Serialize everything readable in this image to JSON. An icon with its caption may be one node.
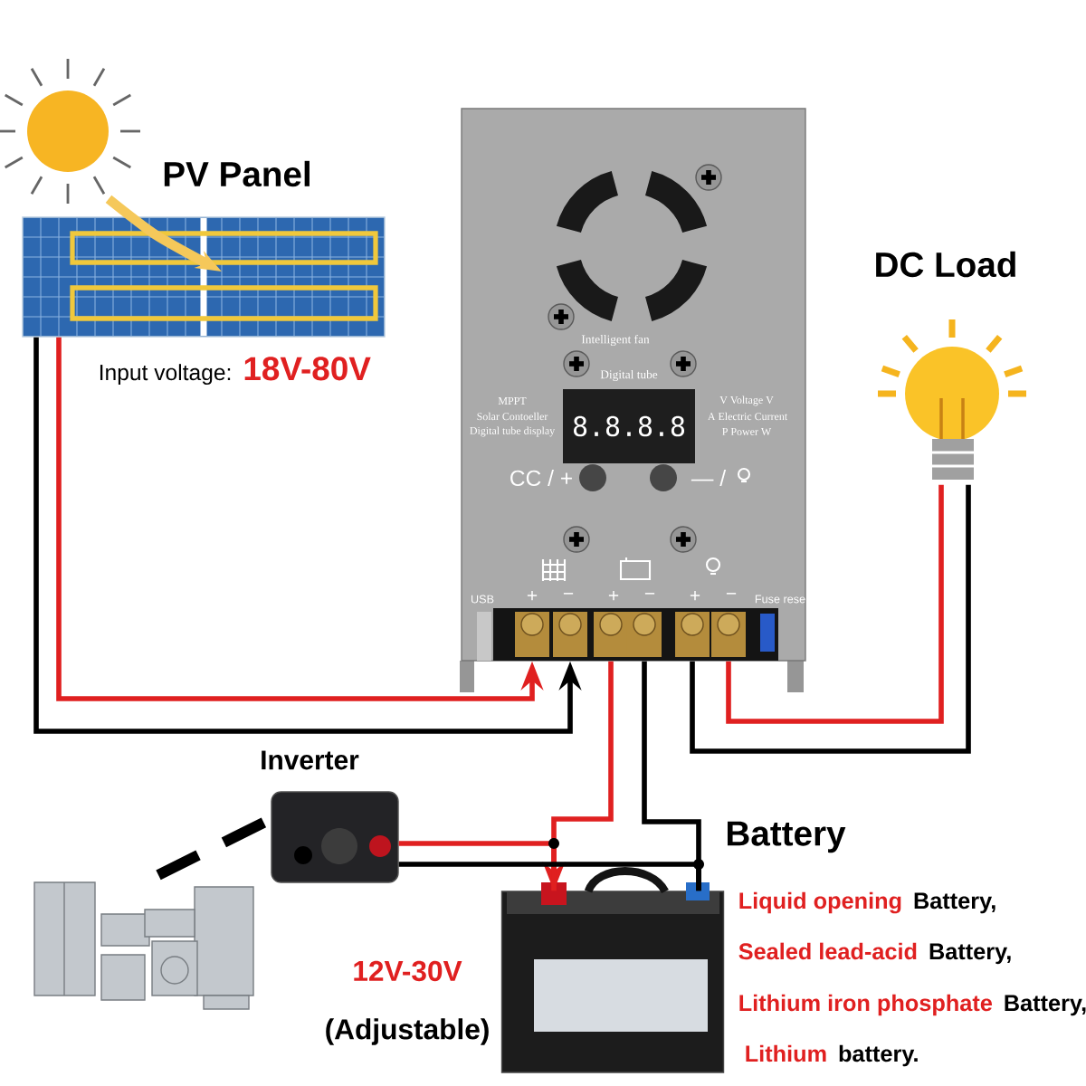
{
  "diagram": {
    "nodes": [
      {
        "text": [
          "PV Panel"
        ],
        "beside": [
          "Input voltage:",
          "18V-80V"
        ]
      },
      {
        "text": [
          "Intelligent fan",
          "Digital tube",
          "MPPT",
          "Solar Contoeller",
          "Digital tube display",
          "8.8.8.8",
          "V Voltage V",
          "A Electric Current",
          "P Power W",
          "CC / +",
          "— /",
          "USB",
          "+",
          "−",
          "+",
          "−",
          "+",
          "−",
          "Fuse rese"
        ]
      },
      {
        "text": [
          "DC Load"
        ]
      },
      {
        "text": [
          "Inverter"
        ]
      },
      {
        "text": [],
        "shape": "picture"
      },
      {
        "text": [
          "Battery"
        ],
        "beside": [
          "Liquid opening",
          "Battery,",
          "Sealed lead-acid",
          "Battery,",
          "Lithium iron phosphate",
          "Battery,",
          "Lithium",
          "battery."
        ]
      }
    ],
    "edges": [
      {
        "from": 0,
        "to": 1,
        "arrow": "to",
        "color": "#e02020"
      },
      {
        "from": 0,
        "to": 1,
        "arrow": "to"
      },
      {
        "from": 1,
        "to": 5,
        "arrow": "to",
        "color": "#e02020"
      },
      {
        "from": 1,
        "to": 5,
        "arrow": "none"
      },
      {
        "from": 1,
        "to": 2,
        "arrow": "none",
        "color": "#e02020"
      },
      {
        "from": 1,
        "to": 2,
        "arrow": "none"
      },
      {
        "from": 3,
        "to": 5,
        "arrow": "none",
        "color": "#e02020"
      },
      {
        "from": 3,
        "to": 5,
        "arrow": "none"
      },
      {
        "from": 4,
        "to": 3,
        "arrow": "none",
        "style": "dashed"
      }
    ],
    "labels": [
      "12V-30V",
      "(Adjustable)"
    ]
  }
}
